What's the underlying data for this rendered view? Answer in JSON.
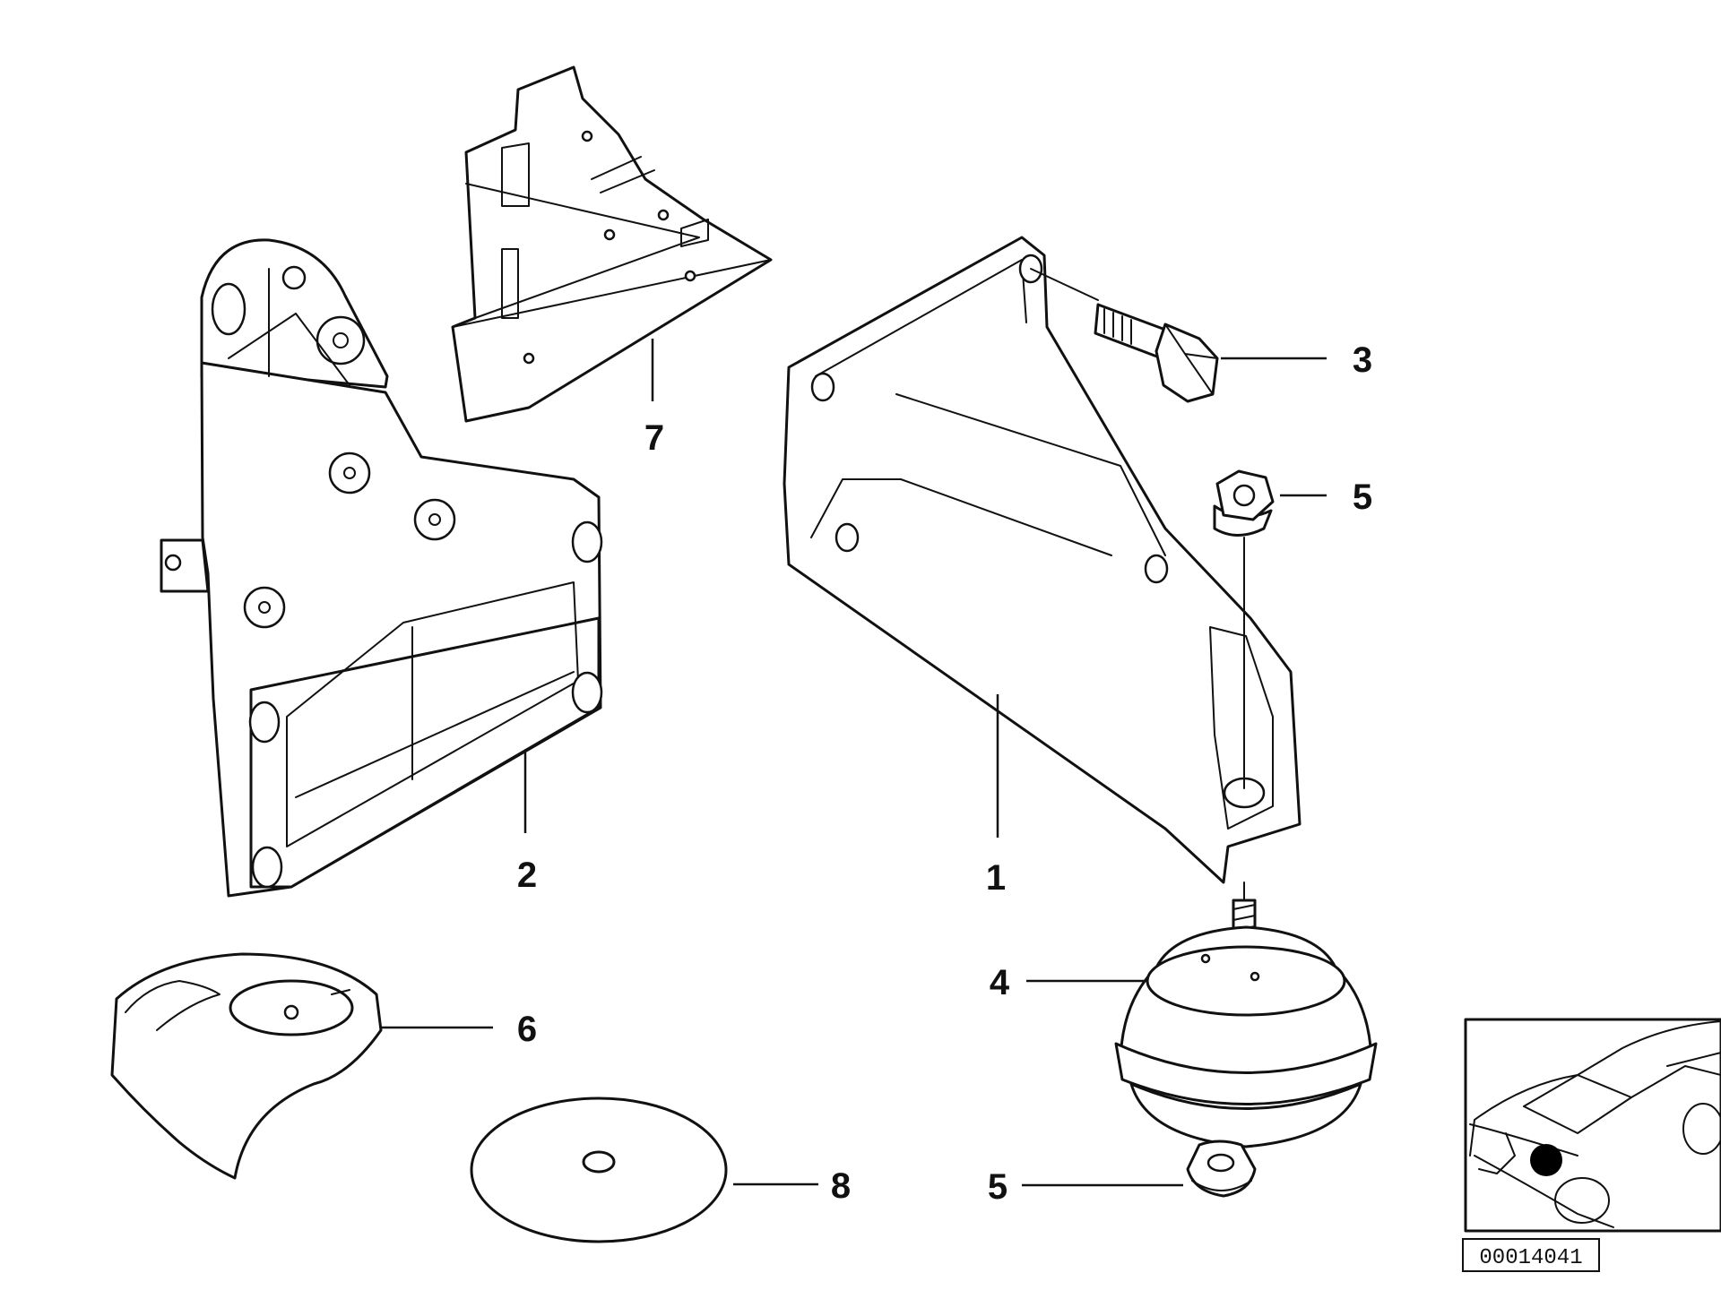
{
  "callouts": {
    "p1": "1",
    "p2": "2",
    "p3": "3",
    "p4": "4",
    "p5a": "5",
    "p5b": "5",
    "p6": "6",
    "p7": "7",
    "p8": "8"
  },
  "reference_number": "00014041",
  "colors": {
    "line": "#111111",
    "background": "#ffffff",
    "location_dot": "#000000"
  }
}
